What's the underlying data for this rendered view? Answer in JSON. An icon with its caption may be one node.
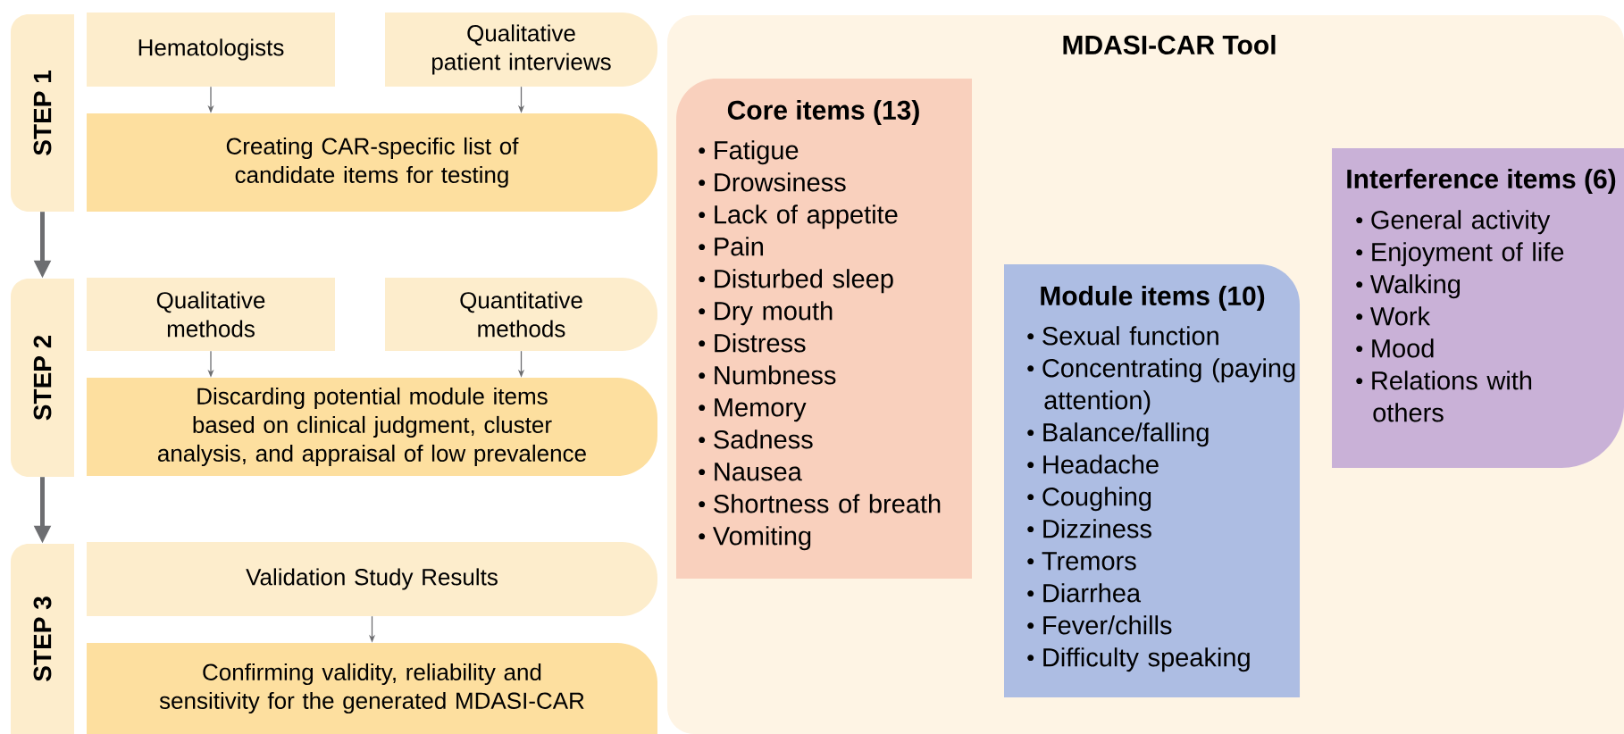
{
  "diagram": {
    "nodes": [
      {
        "text": [
          "STEP 1"
        ]
      },
      {
        "text": [
          "Hematologists"
        ]
      },
      {
        "text": [
          "Qualitative patient interviews"
        ]
      },
      {
        "text": [
          "Creating CAR-specific list of candidate items for testing"
        ]
      },
      {
        "text": [
          "STEP 2"
        ]
      },
      {
        "text": [
          "Qualitative methods"
        ]
      },
      {
        "text": [
          "Quantitative methods"
        ]
      },
      {
        "text": [
          "Discarding potential module items based on clinical judgment, cluster analysis, and appraisal of low prevalence"
        ]
      },
      {
        "text": [
          "STEP 3"
        ]
      },
      {
        "text": [
          "Validation Study Results"
        ]
      },
      {
        "text": [
          "Confirming validity, reliability and sensitivity for the generated MDASI-CAR"
        ]
      },
      {
        "text": [
          "MDASI-CAR Tool"
        ]
      },
      {
        "text": [
          "Core items (13)",
          "Fatigue",
          "Drowsiness",
          "Lack of appetite",
          "Pain",
          "Disturbed sleep",
          "Dry mouth",
          "Distress",
          "Numbness",
          "Memory",
          "Sadness",
          "Nausea",
          "Shortness of breath",
          "Vomiting"
        ],
        "in": 11
      },
      {
        "text": [
          "Module items (10)",
          "Sexual function",
          "Concentrating (paying attention)",
          "Balance/falling",
          "Headache",
          "Coughing",
          "Dizziness",
          "Tremors",
          "Diarrhea",
          "Fever/chills",
          "Difficulty speaking"
        ],
        "in": 11
      },
      {
        "text": [
          "Interference items (6)",
          "General activity",
          "Enjoyment of life",
          "Walking",
          "Work",
          "Mood",
          "Relations with others"
        ],
        "in": 11
      }
    ],
    "edges": [
      {
        "from": 1,
        "to": 3,
        "arrow": "to"
      },
      {
        "from": 2,
        "to": 3,
        "arrow": "to"
      },
      {
        "from": 0,
        "to": 4,
        "arrow": "to",
        "style": "thick"
      },
      {
        "from": 5,
        "to": 7,
        "arrow": "to"
      },
      {
        "from": 6,
        "to": 7,
        "arrow": "to"
      },
      {
        "from": 4,
        "to": 8,
        "arrow": "to",
        "style": "thick"
      },
      {
        "from": 9,
        "to": 10,
        "arrow": "to"
      }
    ]
  }
}
